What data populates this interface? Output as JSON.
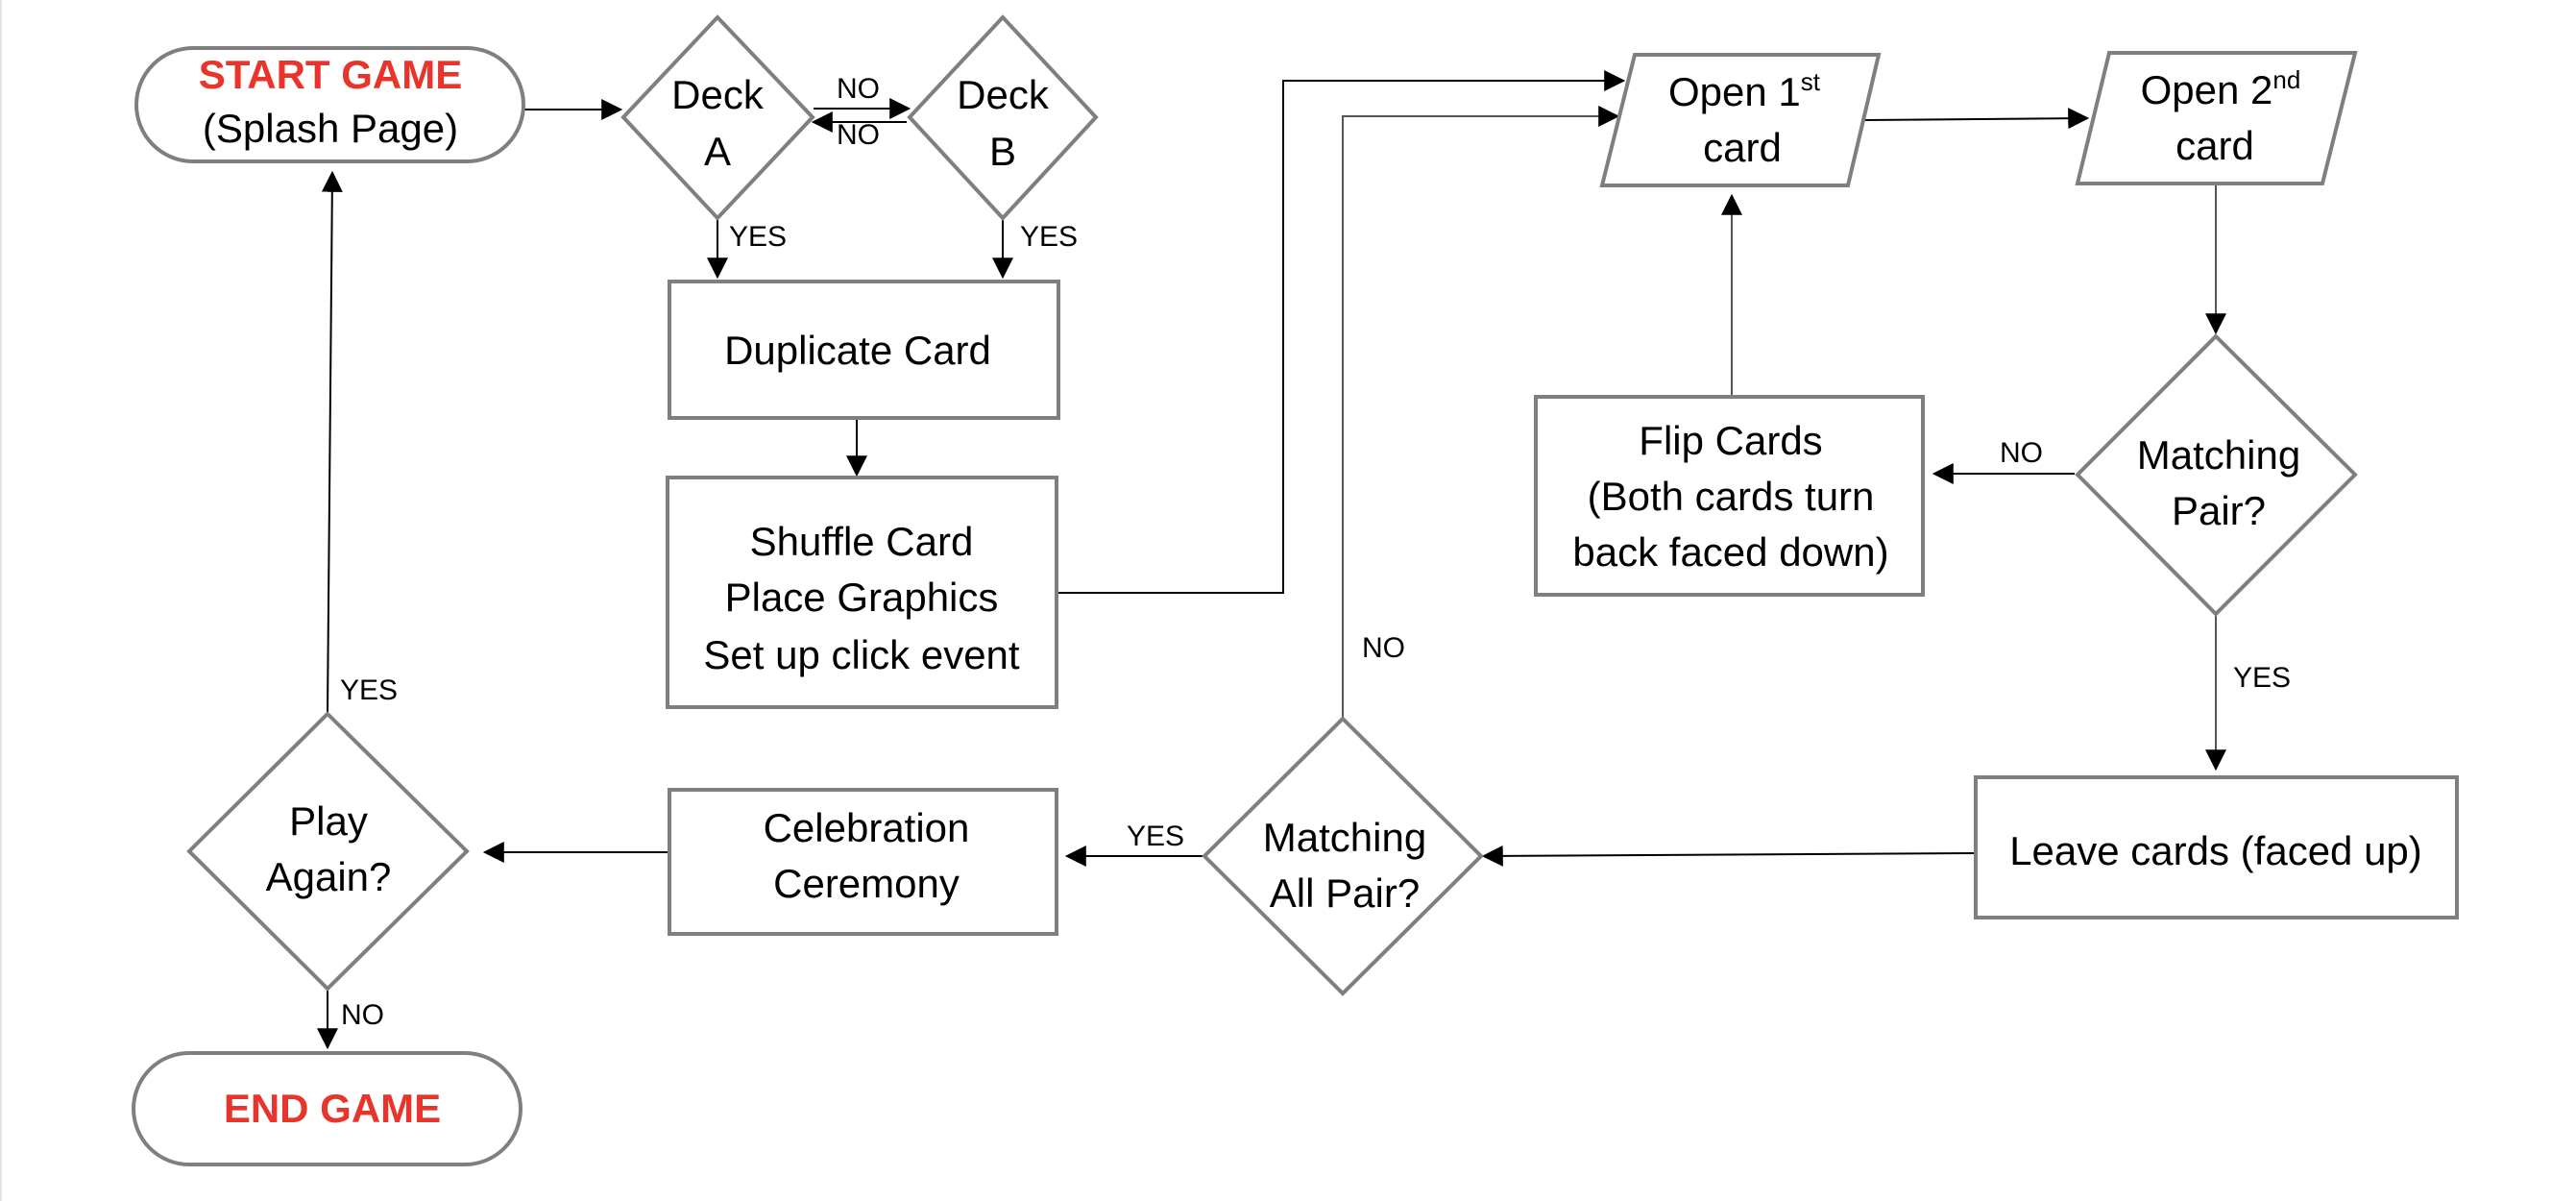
{
  "diagram": {
    "accent_color": "#e8342a",
    "nodes": {
      "start": {
        "title": "START GAME",
        "subtitle": "(Splash Page)"
      },
      "deck_a": {
        "line1": "Deck",
        "line2": "A"
      },
      "deck_b": {
        "line1": "Deck",
        "line2": "B"
      },
      "duplicate": {
        "label": "Duplicate Card"
      },
      "shuffle": {
        "line1": "Shuffle Card",
        "line2": "Place Graphics",
        "line3": "Set up click event"
      },
      "open_first": {
        "prefix": "Open 1",
        "sup": "st",
        "line2": "card"
      },
      "open_second": {
        "prefix": "Open 2",
        "sup": "nd",
        "line2": "card"
      },
      "matching_pair": {
        "line1": "Matching",
        "line2": "Pair?"
      },
      "flip": {
        "line1": "Flip Cards",
        "line2": "(Both cards turn",
        "line3": "back faced down)"
      },
      "leave": {
        "label": "Leave cards (faced up)"
      },
      "matching_all": {
        "line1": "Matching",
        "line2": "All Pair?"
      },
      "celebration": {
        "line1": "Celebration",
        "line2": "Ceremony"
      },
      "play_again": {
        "line1": "Play",
        "line2": "Again?"
      },
      "end": {
        "title": "END GAME"
      }
    },
    "edge_labels": {
      "deck_a_to_b": "NO",
      "deck_b_to_a": "NO",
      "deck_a_yes": "YES",
      "deck_b_yes": "YES",
      "matching_pair_no": "NO",
      "matching_pair_yes": "YES",
      "matching_all_no": "NO",
      "matching_all_yes": "YES",
      "play_again_yes": "YES",
      "play_again_no": "NO"
    }
  }
}
